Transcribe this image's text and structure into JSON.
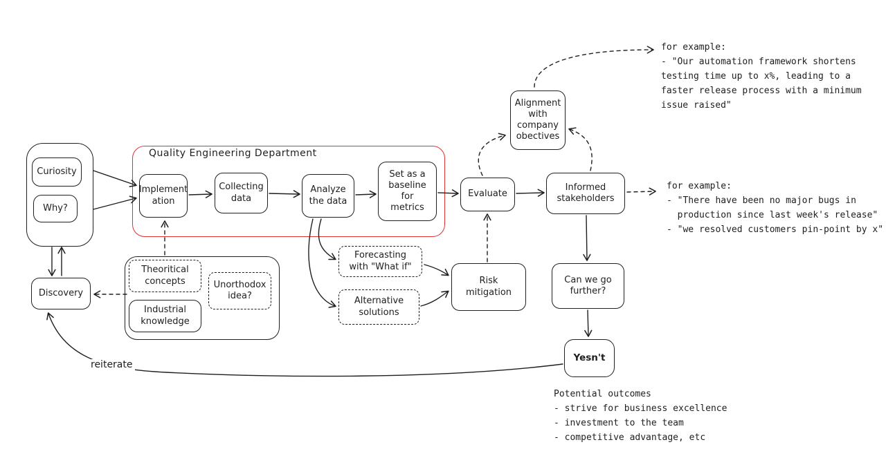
{
  "diagram_type": "flowchart",
  "colors": {
    "stroke": "#1e1e1e",
    "highlight_container": "#e03131",
    "background": "#ffffff"
  },
  "containers": {
    "qed": {
      "label": "Quality Engineering Department"
    }
  },
  "nodes": {
    "curiosity": {
      "label": "Curiosity"
    },
    "why": {
      "label": "Why?"
    },
    "discovery": {
      "label": "Discovery"
    },
    "implementation": {
      "label": "Implement\nation"
    },
    "collecting_data": {
      "label": "Collecting\ndata"
    },
    "analyze_data": {
      "label": "Analyze\nthe data"
    },
    "baseline_metrics": {
      "label": "Set as a\nbaseline\nfor\nmetrics"
    },
    "evaluate": {
      "label": "Evaluate"
    },
    "alignment": {
      "label": "Alignment\nwith\ncompany\nobectives"
    },
    "informed_stakeholders": {
      "label": "Informed\nstakeholders"
    },
    "can_we_go_further": {
      "label": "Can we go\nfurther?"
    },
    "yesnt": {
      "label": "Yesn't"
    },
    "theoritical_concepts": {
      "label": "Theoritical\nconcepts"
    },
    "industrial_knowledge": {
      "label": "Industrial\nknowledge"
    },
    "unorthodox_idea": {
      "label": "Unorthodox\nidea?"
    },
    "forecasting_what_if": {
      "label": "Forecasting\nwith \"What  if\""
    },
    "alternative_solutions": {
      "label": "Alternative\nsolutions"
    },
    "risk_mitigation": {
      "label": "Risk\nmitigation"
    }
  },
  "annotations": {
    "alignment_example": "for example:\n- \"Our automation framework shortens\ntesting time up to x%, leading to a\nfaster release process with a minimum\nissue raised\"",
    "stakeholders_example": "for example:\n- \"There have been no major bugs in\n  production since last week's release\"\n- \"we resolved customers pin-point by x\"",
    "potential_outcomes": "Potential outcomes\n- strive for business excellence\n- investment to the team\n- competitive advantage, etc",
    "reiterate_label": "reiterate"
  }
}
